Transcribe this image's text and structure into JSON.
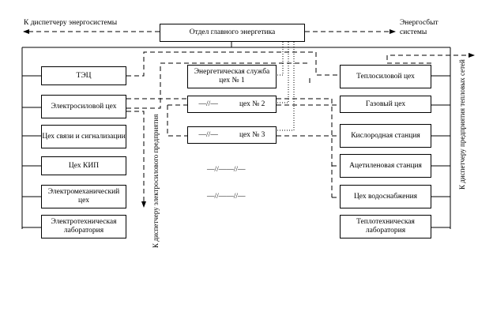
{
  "top": {
    "main_dept": "Отдел главного энергетика",
    "left_label": "К диспетчеру энергосистемы",
    "right_label_1": "Энергосбыт",
    "right_label_2": "системы"
  },
  "left_column": [
    "ТЭЦ",
    "Электросиловой цех",
    "Цех связи и сигнализации",
    "Цех КИП",
    "Электромеханический цех",
    "Электротехническая лаборатория"
  ],
  "center_column": {
    "shop1": "Энергетическая служба цех № 1",
    "shop2": "цех № 2",
    "shop3": "цех № 3",
    "dash_marks": "—//—",
    "gap_marks": "—//——//—"
  },
  "right_column": [
    "Теплосиловой цех",
    "Газовый цех",
    "Кислородная станция",
    "Ацетиленовая станция",
    "Цех водоснабжения",
    "Теплотехническая лаборатория"
  ],
  "vertical_labels": {
    "left": "К диспетчеру электросилового предприятия",
    "right": "К диспетчеру предприятия тепловых сетей"
  }
}
